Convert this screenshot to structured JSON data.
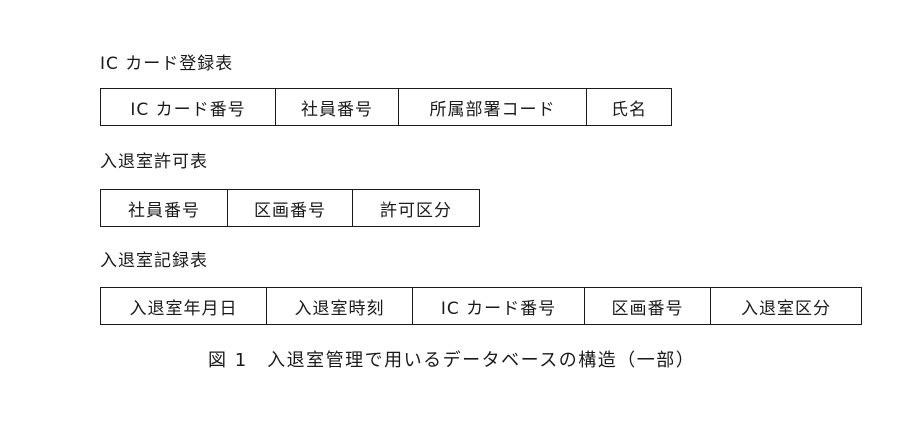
{
  "tables": [
    {
      "title": "IC カード登録表",
      "columns": [
        "IC カード番号",
        "社員番号",
        "所属部署コード",
        "氏名"
      ]
    },
    {
      "title": "入退室許可表",
      "columns": [
        "社員番号",
        "区画番号",
        "許可区分"
      ]
    },
    {
      "title": "入退室記録表",
      "columns": [
        "入退室年月日",
        "入退室時刻",
        "IC カード番号",
        "区画番号",
        "入退室区分"
      ]
    }
  ],
  "caption": "図 1　入退室管理で用いるデータベースの構造（一部）"
}
